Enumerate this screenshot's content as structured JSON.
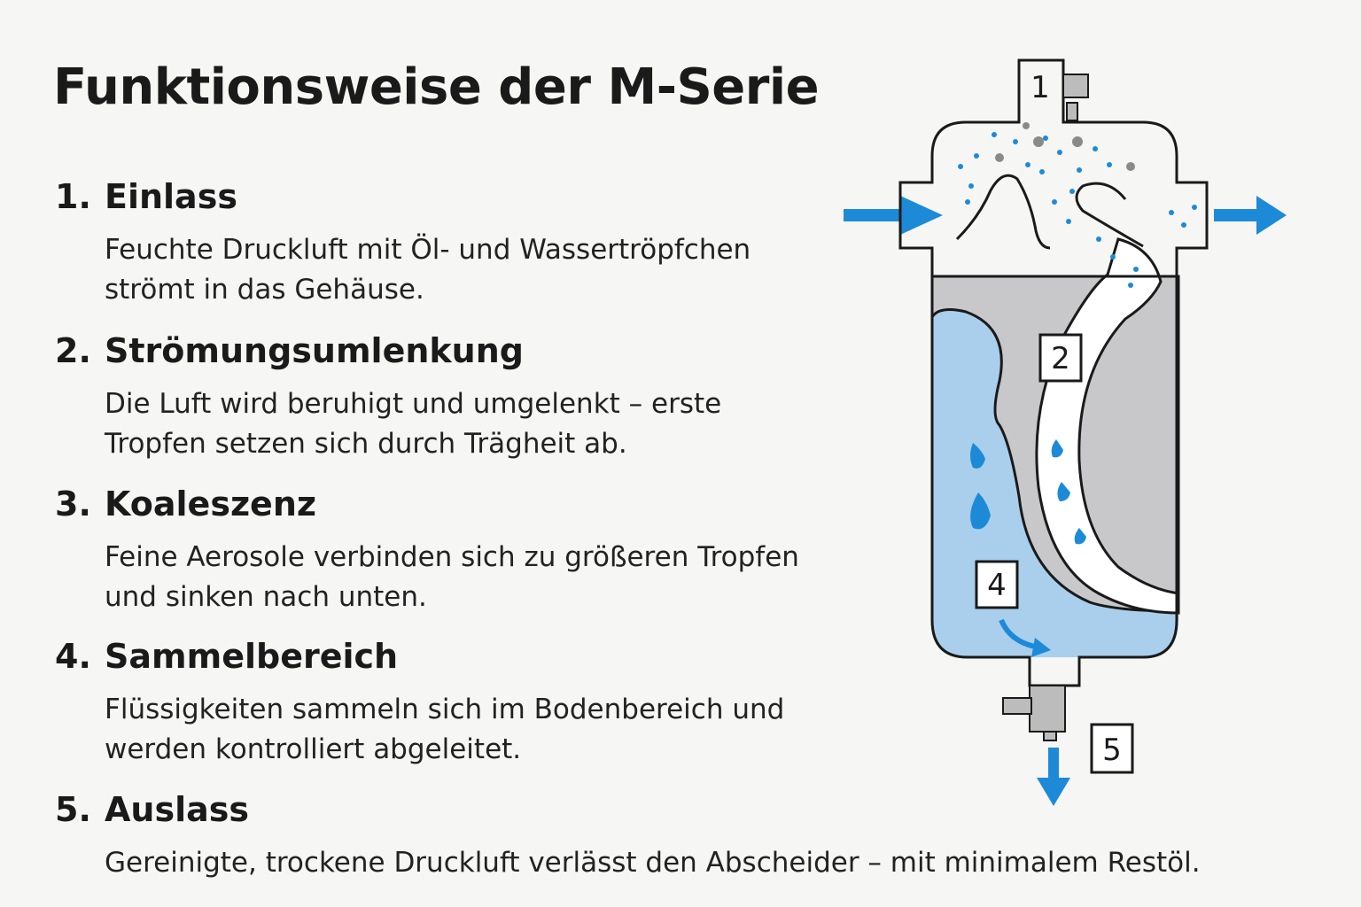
{
  "title": "Funktionsweise der M-Serie",
  "steps": [
    {
      "number": "1.",
      "heading": "Einlass",
      "lines": [
        "Feuchte Druckluft mit Öl- und Wassertröpfchen",
        "strömt in das Gehäuse."
      ]
    },
    {
      "number": "2.",
      "heading": "Strömungsumlenkung",
      "lines": [
        "Die Luft wird beruhigt und umgelenkt – erste",
        "Tropfen setzen sich durch Trägheit ab."
      ]
    },
    {
      "number": "3.",
      "heading": "Koaleszenz",
      "lines": [
        "Feine Aerosole verbinden sich zu größeren Tropfen",
        "und sinken nach unten."
      ]
    },
    {
      "number": "4.",
      "heading": "Sammelbereich",
      "lines": [
        "Flüssigkeiten sammeln sich im Bodenbereich und",
        "werden kontrolliert abgeleitet."
      ]
    },
    {
      "number": "5.",
      "heading": "Auslass",
      "lines": [
        "Gereinigte, trockene Druckluft verlässt den Abscheider – mit minimalem Restöl."
      ]
    }
  ],
  "diagram": {
    "labels": [
      "1",
      "2",
      "4",
      "5"
    ],
    "colors": {
      "arrow": "#1d8ad8",
      "water": "#a9cfec",
      "baffle": "#c8c8ca",
      "outline": "#1a1a1a",
      "oil": "#8a8a8a"
    }
  }
}
